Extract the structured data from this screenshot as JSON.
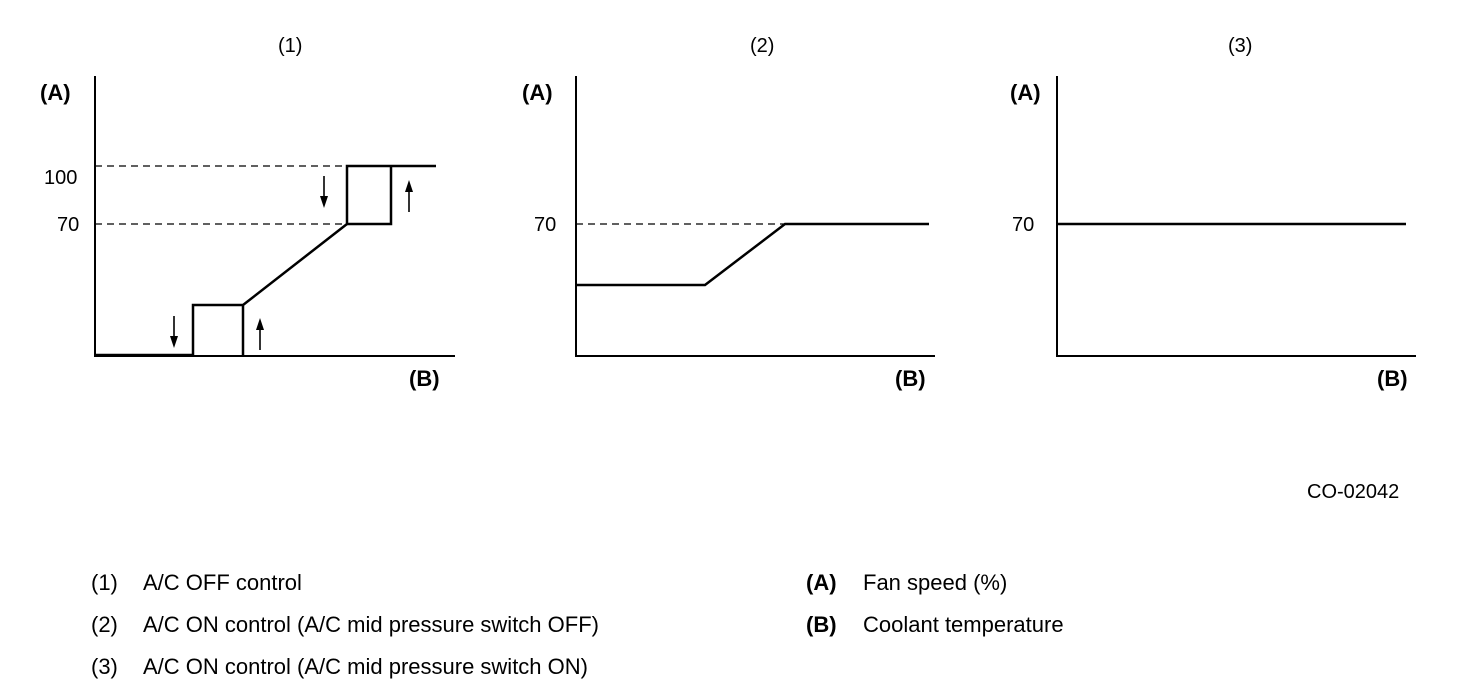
{
  "diagram_code": "CO-02042",
  "panels": [
    {
      "title": "(1)",
      "y_label": "(A)",
      "x_label": "(B)",
      "ticks": [
        "100",
        "70"
      ]
    },
    {
      "title": "(2)",
      "y_label": "(A)",
      "x_label": "(B)",
      "ticks": [
        "70"
      ]
    },
    {
      "title": "(3)",
      "y_label": "(A)",
      "x_label": "(B)",
      "ticks": [
        "70"
      ]
    }
  ],
  "legend_left": [
    {
      "num": "(1)",
      "text": "A/C OFF control"
    },
    {
      "num": "(2)",
      "text": "A/C ON control (A/C mid pressure switch OFF)"
    },
    {
      "num": "(3)",
      "text": "A/C ON control (A/C mid pressure switch ON)"
    }
  ],
  "legend_right": [
    {
      "key": "(A)",
      "text": "Fan speed (%)"
    },
    {
      "key": "(B)",
      "text": "Coolant temperature"
    }
  ]
}
